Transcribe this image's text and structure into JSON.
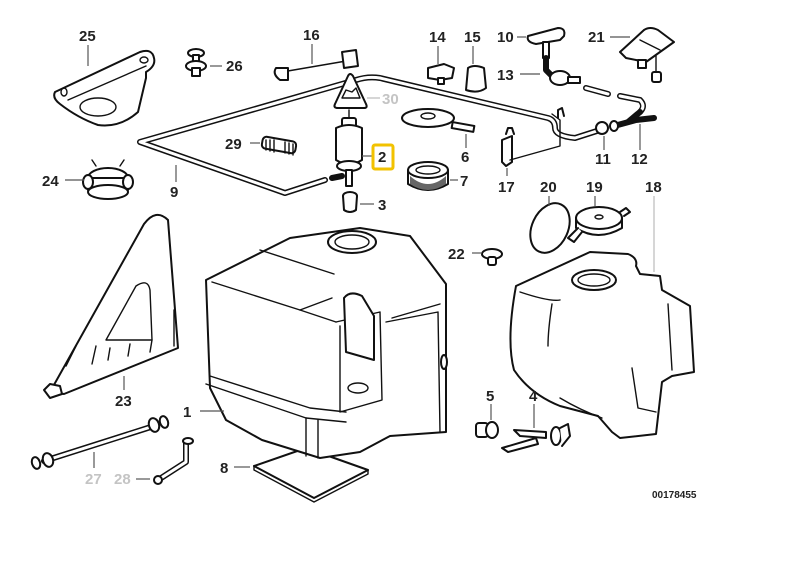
{
  "diagram": {
    "reference_number": "00178455",
    "highlight_color": "#f2c200",
    "inactive_label_color": "#c4c4c4",
    "highlighted_part": "2",
    "warning_symbol": "triangle-warning-icon",
    "parts": [
      {
        "id": "1",
        "name": "washer-fluid-reservoir",
        "active": true
      },
      {
        "id": "2",
        "name": "washer-pump",
        "active": true,
        "highlighted": true
      },
      {
        "id": "3",
        "name": "grommet",
        "active": true
      },
      {
        "id": "4",
        "name": "level-sensor",
        "active": true
      },
      {
        "id": "5",
        "name": "rubber-grommet",
        "active": true
      },
      {
        "id": "6",
        "name": "cable-strap",
        "active": true
      },
      {
        "id": "7",
        "name": "filter",
        "active": true
      },
      {
        "id": "8",
        "name": "pad",
        "active": true
      },
      {
        "id": "9",
        "name": "hose-line",
        "active": true
      },
      {
        "id": "10",
        "name": "spray-nozzle",
        "active": true
      },
      {
        "id": "11",
        "name": "hose-clip",
        "active": true
      },
      {
        "id": "12",
        "name": "y-connector",
        "active": true
      },
      {
        "id": "13",
        "name": "check-valve",
        "active": true
      },
      {
        "id": "14",
        "name": "hose-holder",
        "active": true
      },
      {
        "id": "15",
        "name": "clamp",
        "active": true
      },
      {
        "id": "16",
        "name": "hose-bracket",
        "active": true
      },
      {
        "id": "17",
        "name": "support-bracket",
        "active": true
      },
      {
        "id": "18",
        "name": "reservoir-extension",
        "active": true
      },
      {
        "id": "19",
        "name": "filler-cap",
        "active": true
      },
      {
        "id": "20",
        "name": "seal-cap",
        "active": true
      },
      {
        "id": "21",
        "name": "heated-nozzle",
        "active": true
      },
      {
        "id": "22",
        "name": "plug",
        "active": true
      },
      {
        "id": "23",
        "name": "mounting-bracket",
        "active": true
      },
      {
        "id": "24",
        "name": "cap-clip",
        "active": true
      },
      {
        "id": "25",
        "name": "bracket-plate",
        "active": true
      },
      {
        "id": "26",
        "name": "expanding-rivet",
        "active": true
      },
      {
        "id": "27",
        "name": "filler-pipe",
        "active": false
      },
      {
        "id": "28",
        "name": "elbow-connector",
        "active": false
      },
      {
        "id": "29",
        "name": "hose-connector",
        "active": true
      },
      {
        "id": "30",
        "name": "warning-label",
        "active": false
      }
    ]
  }
}
